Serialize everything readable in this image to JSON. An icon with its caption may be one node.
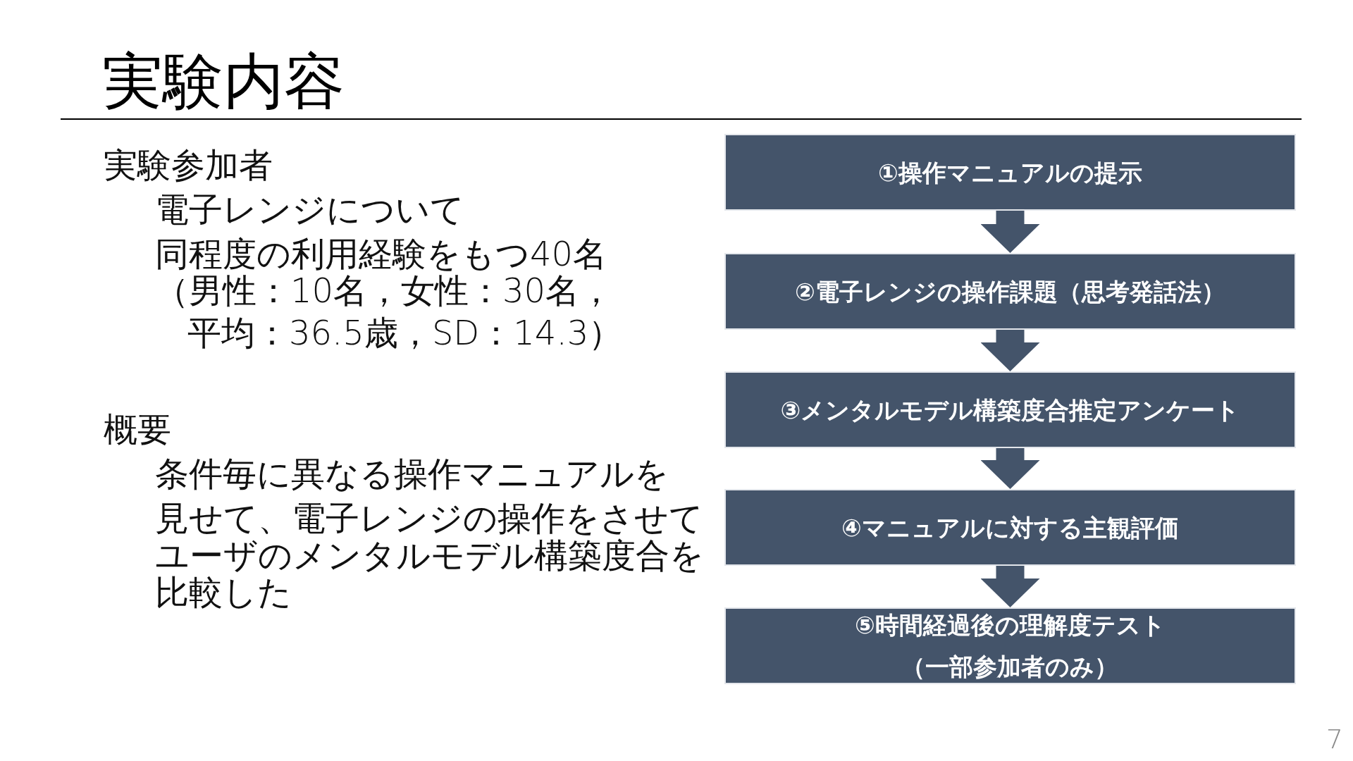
{
  "diagram": {
    "title": "実験内容",
    "nodes": [
      {
        "text": [
          "①操作マニュアルの提示"
        ]
      },
      {
        "text": [
          "②電子レンジの操作課題（思考発話法）"
        ]
      },
      {
        "text": [
          "③メンタルモデル構築度合推定アンケート"
        ]
      },
      {
        "text": [
          "④マニュアルに対する主観評価"
        ]
      },
      {
        "text": [
          "⑤時間経過後の理解度テスト（一部参加者のみ）"
        ]
      }
    ],
    "edges": [
      {
        "from": 0,
        "to": 1,
        "arrow": "to"
      },
      {
        "from": 1,
        "to": 2,
        "arrow": "to"
      },
      {
        "from": 2,
        "to": 3,
        "arrow": "to"
      },
      {
        "from": 3,
        "to": 4,
        "arrow": "to"
      }
    ],
    "labels": [
      "実験参加者",
      "電子レンジについて同程度の利用経験をもつ40名",
      "（男性：10名，女性：30名，平均：36.5歳，SD：14.3）",
      "概要",
      "条件毎に異なる操作マニュアルを見せて、電子レンジの操作をさせてユーザのメンタルモデル構築度合を比較した",
      "7"
    ]
  }
}
